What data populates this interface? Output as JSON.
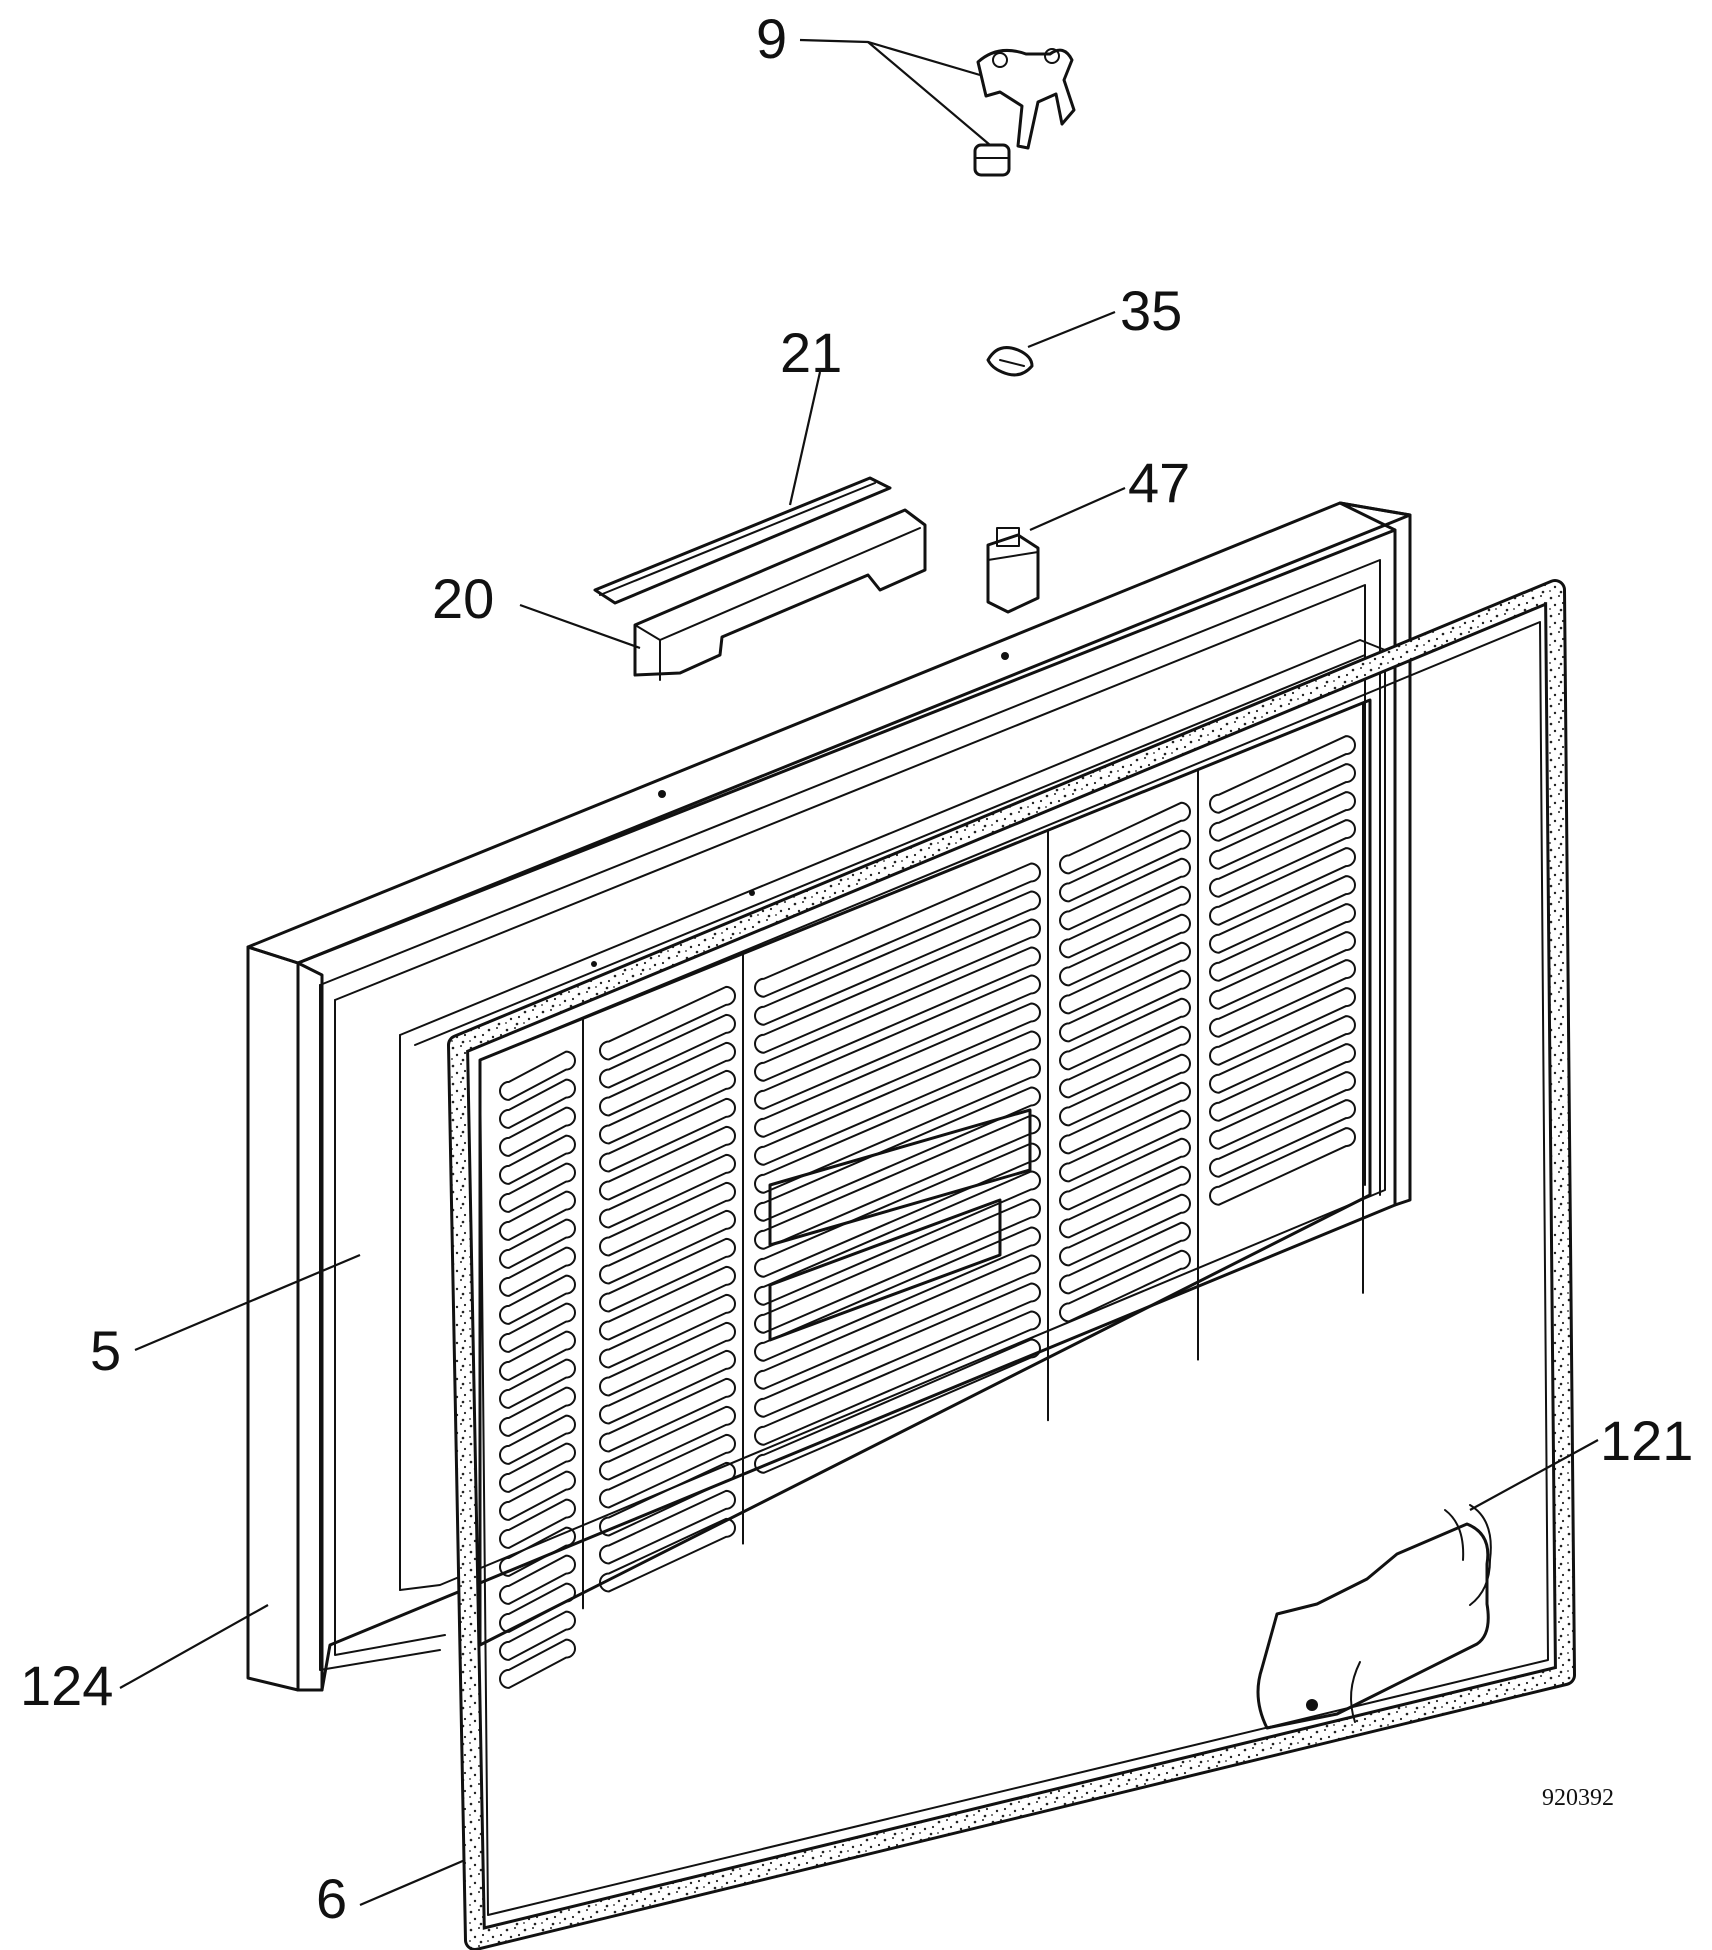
{
  "diagram": {
    "callouts": [
      {
        "id": "c9",
        "label": "9"
      },
      {
        "id": "c35",
        "label": "35"
      },
      {
        "id": "c21",
        "label": "21"
      },
      {
        "id": "c47",
        "label": "47"
      },
      {
        "id": "c20",
        "label": "20"
      },
      {
        "id": "c5",
        "label": "5"
      },
      {
        "id": "c121",
        "label": "121"
      },
      {
        "id": "c124",
        "label": "124"
      },
      {
        "id": "c6",
        "label": "6"
      }
    ],
    "figure_number": "920392"
  }
}
